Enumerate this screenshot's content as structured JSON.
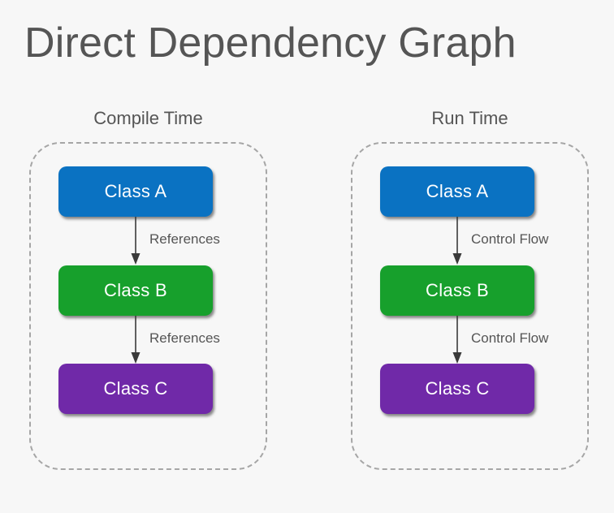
{
  "page": {
    "title": "Direct Dependency Graph",
    "background_color": "#f7f7f7",
    "title_color": "#555555"
  },
  "palette": {
    "class_a": "#0a72c2",
    "class_b": "#17a02c",
    "class_c": "#7029a8",
    "panel_border": "#a6a6a6",
    "arrow": "#3a3a3a",
    "label_text": "#555555",
    "box_text": "#ffffff"
  },
  "panels": [
    {
      "id": "compile-time",
      "title": "Compile Time",
      "nodes": [
        {
          "id": "class-a",
          "label": "Class A",
          "color": "#0a72c2"
        },
        {
          "id": "class-b",
          "label": "Class B",
          "color": "#17a02c"
        },
        {
          "id": "class-c",
          "label": "Class C",
          "color": "#7029a8"
        }
      ],
      "edges": [
        {
          "from": "class-a",
          "to": "class-b",
          "label": "References"
        },
        {
          "from": "class-b",
          "to": "class-c",
          "label": "References"
        }
      ]
    },
    {
      "id": "run-time",
      "title": "Run Time",
      "nodes": [
        {
          "id": "class-a",
          "label": "Class A",
          "color": "#0a72c2"
        },
        {
          "id": "class-b",
          "label": "Class B",
          "color": "#17a02c"
        },
        {
          "id": "class-c",
          "label": "Class C",
          "color": "#7029a8"
        }
      ],
      "edges": [
        {
          "from": "class-a",
          "to": "class-b",
          "label": "Control Flow"
        },
        {
          "from": "class-b",
          "to": "class-c",
          "label": "Control Flow"
        }
      ]
    }
  ]
}
